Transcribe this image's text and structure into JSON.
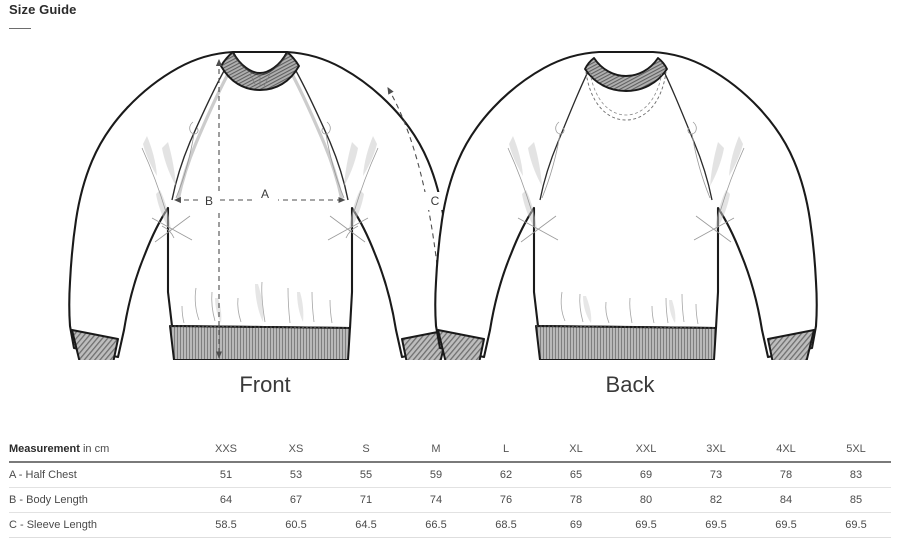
{
  "header": {
    "title": "Size Guide"
  },
  "illustration": {
    "front_label": "Front",
    "back_label": "Back",
    "dimension_a": "A",
    "dimension_b": "B",
    "dimension_c": "C"
  },
  "table": {
    "measurement_label": "Measurement",
    "unit_label": " in cm",
    "sizes": [
      "XXS",
      "XS",
      "S",
      "M",
      "L",
      "XL",
      "XXL",
      "3XL",
      "4XL",
      "5XL"
    ],
    "rows": [
      {
        "label": "A - Half Chest",
        "values": [
          "51",
          "53",
          "55",
          "59",
          "62",
          "65",
          "69",
          "73",
          "78",
          "83"
        ]
      },
      {
        "label": "B - Body Length",
        "values": [
          "64",
          "67",
          "71",
          "74",
          "76",
          "78",
          "80",
          "82",
          "84",
          "85"
        ]
      },
      {
        "label": "C - Sleeve Length",
        "values": [
          "58.5",
          "60.5",
          "64.5",
          "66.5",
          "68.5",
          "69",
          "69.5",
          "69.5",
          "69.5",
          "69.5"
        ]
      }
    ]
  },
  "colors": {
    "text": "#333333",
    "heading": "#2b2b2b",
    "rule": "#6d6d6d",
    "header_border": "#7a7a7a",
    "row_border": "#e2e2e2",
    "garment_outline": "#1a1a1a",
    "rib_fill": "#9a9a9a",
    "shade": "#cfcfcf",
    "dimension_line": "#4d4d4d"
  }
}
